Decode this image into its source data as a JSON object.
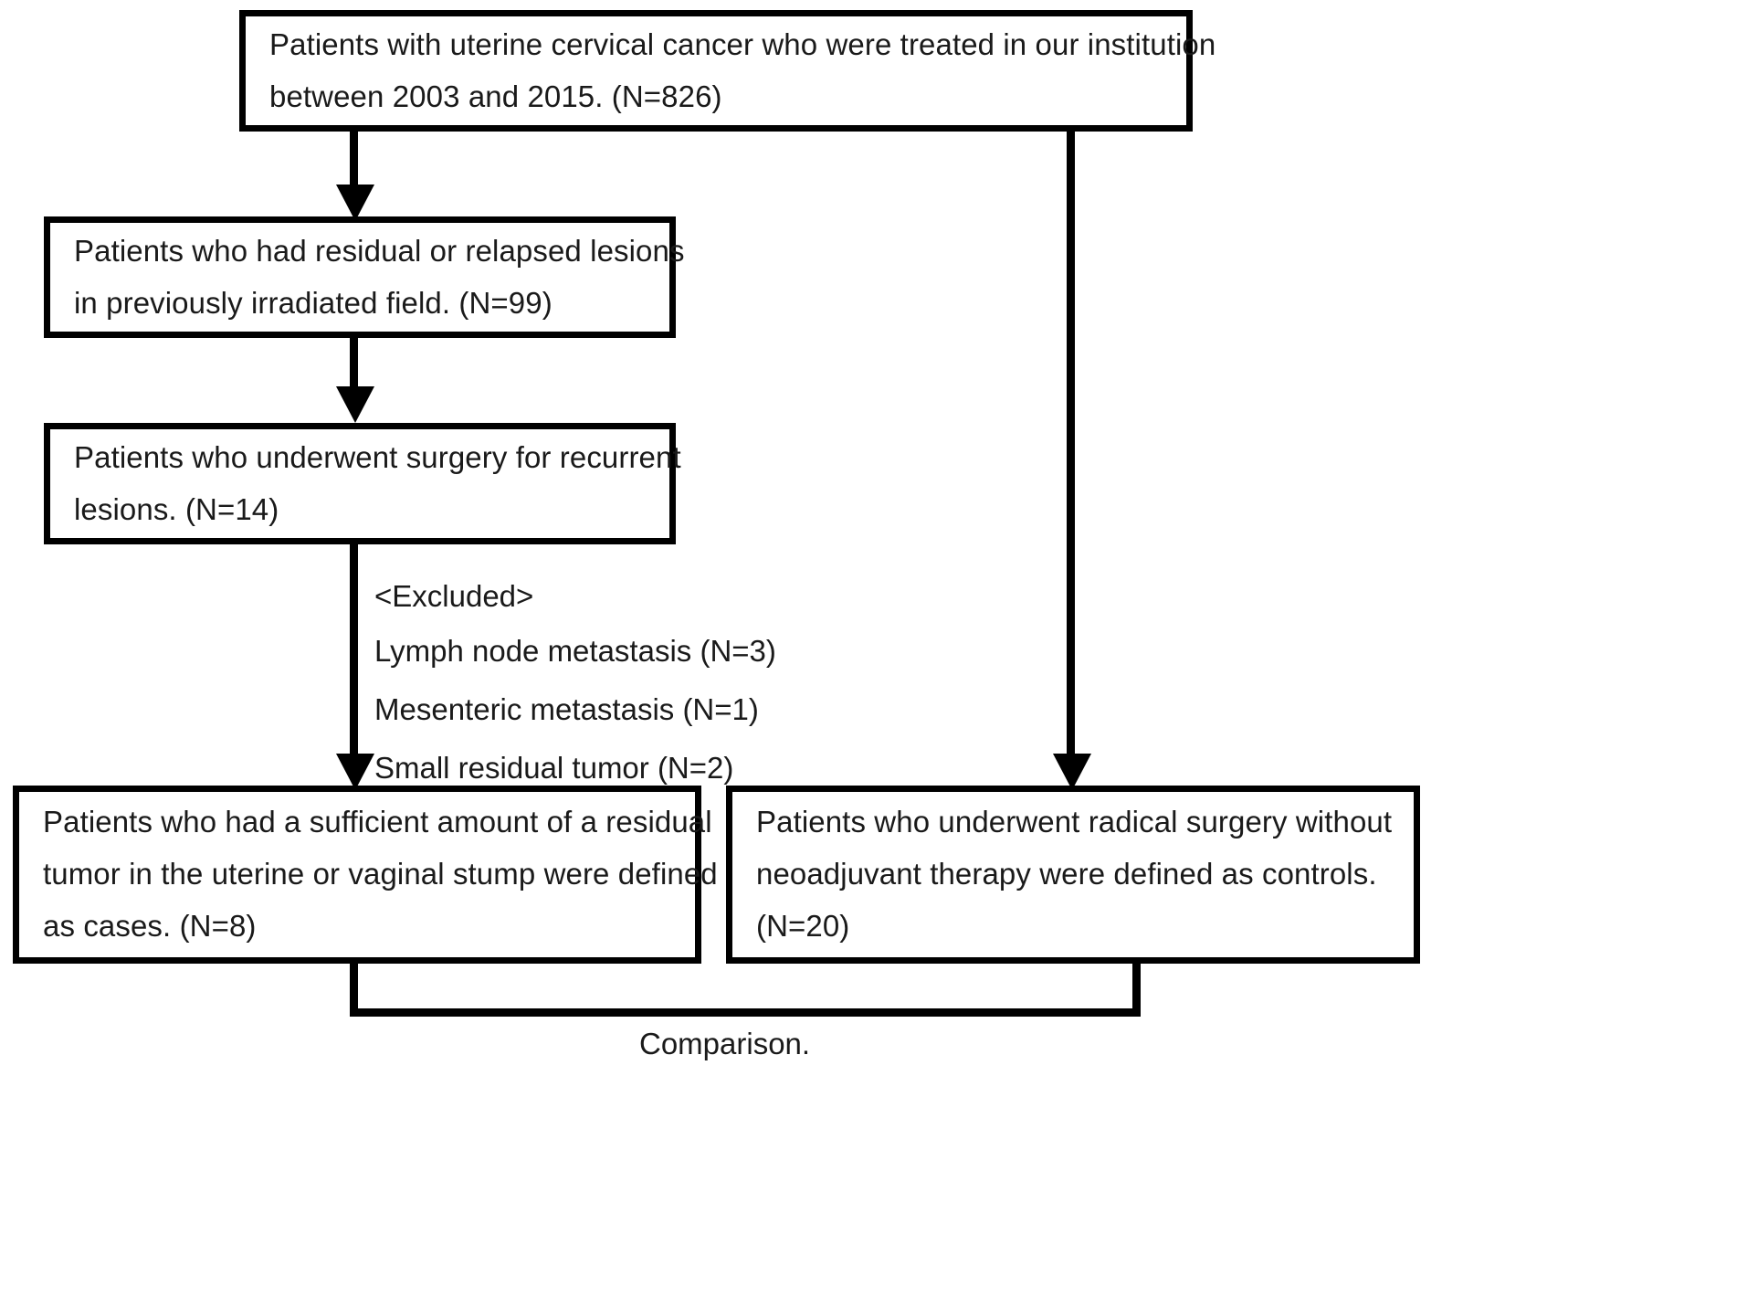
{
  "figure": {
    "type": "flowchart",
    "caption": "Comparison.",
    "nodes": [
      {
        "id": "cohort",
        "lines": [
          "Patients with uterine cervical cancer who were treated in our institution",
          "between 2003 and 2015. (N=826)"
        ],
        "n": 826
      },
      {
        "id": "residual-relapsed",
        "lines": [
          "Patients who had residual or relapsed lesions",
          "in previously irradiated field. (N=99)"
        ],
        "n": 99
      },
      {
        "id": "surgery-recurrent",
        "lines": [
          "Patients who underwent surgery for recurrent",
          "lesions. (N=14)"
        ],
        "n": 14
      },
      {
        "id": "cases",
        "lines": [
          "Patients who had a sufficient amount of a residual",
          "tumor in the uterine or vaginal stump were defined",
          "as cases. (N=8)"
        ],
        "n": 8
      },
      {
        "id": "controls",
        "lines": [
          "Patients who underwent radical surgery without",
          "neoadjuvant therapy were defined as controls.",
          "(N=20)"
        ],
        "n": 20
      }
    ],
    "excluded": {
      "heading": "<Excluded>",
      "items": [
        "Lymph node metastasis (N=3)",
        "Mesenteric metastasis (N=1)",
        "Small residual tumor (N=2)"
      ]
    },
    "colors": {
      "stroke": "#000000",
      "text": "#1a1a1a",
      "background": "#ffffff"
    }
  }
}
